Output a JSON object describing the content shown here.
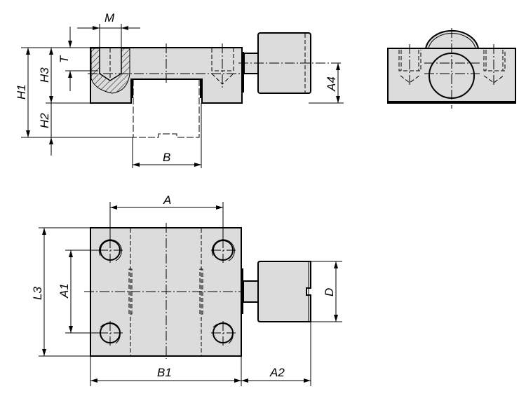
{
  "drawing": {
    "views": [
      "front-view",
      "side-view",
      "top-view"
    ],
    "dimensions": {
      "M": "M",
      "T": "T",
      "H1": "H1",
      "H2": "H2",
      "H3": "H3",
      "A4": "A4",
      "B": "B",
      "A": "A",
      "A1": "A1",
      "L3": "L3",
      "B1": "B1",
      "A2": "A2",
      "D": "D"
    }
  }
}
